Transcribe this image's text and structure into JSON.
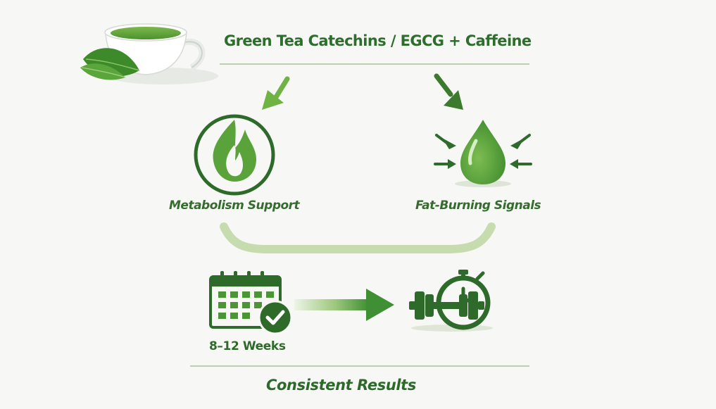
{
  "diagram": {
    "title": "Green Tea Catechins / EGCG + Caffeine",
    "nodes": {
      "metabolism": "Metabolism Support",
      "fat_burning": "Fat-Burning Signals",
      "duration": "8–12 Weeks",
      "outcome": "Consistent Results"
    }
  },
  "colors": {
    "dark_green": "#2f6b2c",
    "mid_green": "#4e9a3a",
    "light_green": "#c8dcb0",
    "background": "#f7f7f6"
  },
  "icons": [
    "tea-cup-icon",
    "leaf-icon",
    "flame-icon",
    "droplet-icon",
    "calendar-check-icon",
    "dumbbell-stopwatch-icon"
  ]
}
